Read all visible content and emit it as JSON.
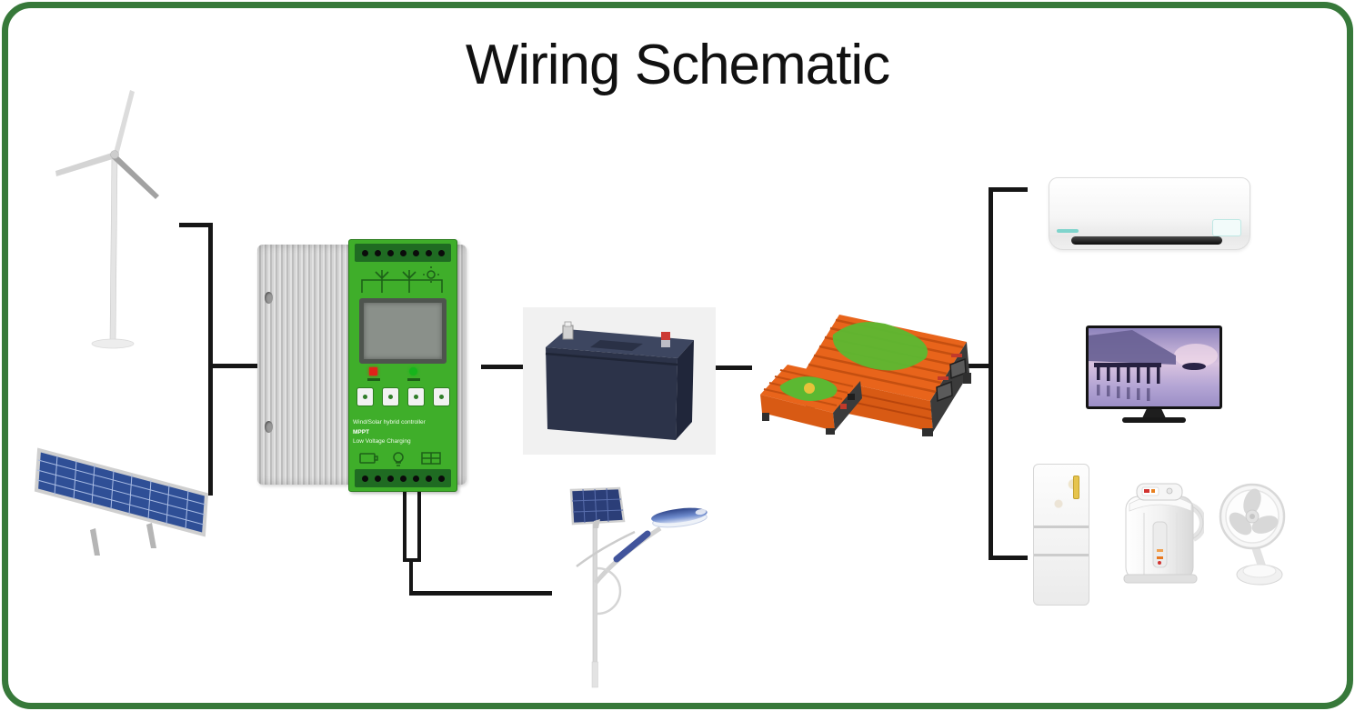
{
  "title": "Wiring Schematic",
  "controller": {
    "label_line1": "Wind/Solar hybrid controller",
    "label_line2": "MPPT",
    "label_line3": "Low Voltage Charging"
  },
  "components": [
    {
      "name": "wind-turbine"
    },
    {
      "name": "solar-panel"
    },
    {
      "name": "hybrid-charge-controller"
    },
    {
      "name": "battery"
    },
    {
      "name": "power-inverter-small"
    },
    {
      "name": "power-inverter-large"
    },
    {
      "name": "solar-street-light"
    },
    {
      "name": "air-conditioner"
    },
    {
      "name": "television"
    },
    {
      "name": "refrigerator"
    },
    {
      "name": "electric-thermo-pot"
    },
    {
      "name": "desk-fan"
    }
  ],
  "colors": {
    "frame_green": "#37793a",
    "wire_black": "#161616",
    "controller_green": "#3fae2a",
    "inverter_orange": "#e8641b",
    "inverter_top_green": "#5cb832",
    "solar_panel_blue": "#2f4f96",
    "battery_navy": "#2c3349",
    "ac_accent_teal": "#7fd4cc"
  }
}
